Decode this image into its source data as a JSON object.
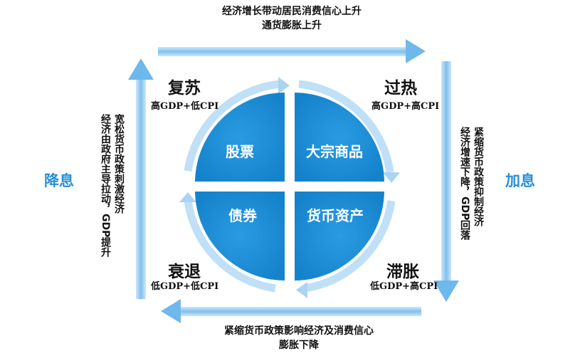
{
  "top_caption": {
    "line1": "经济增长带动居民消费信心上升",
    "line2": "通货膨胀上升"
  },
  "bottom_caption": {
    "line1": "紧缩货币政策影响经济及消费信心",
    "line2": "膨胀下降"
  },
  "left_caption": {
    "line1": "宽松货币政策刺激经济",
    "line2": "经济由政府主导拉动，GDP提升"
  },
  "right_caption": {
    "line1": "紧缩货币政策抑制经济",
    "line2": "经济增速下降，GDP回落"
  },
  "side_labels": {
    "left": "降息",
    "right": "加息"
  },
  "phases": {
    "recovery": {
      "name": "复苏",
      "condition": "高GDP+低CPI",
      "asset": "股票"
    },
    "overheat": {
      "name": "过热",
      "condition": "高GDP+高CPI",
      "asset": "大宗商品"
    },
    "recession": {
      "name": "衰退",
      "condition": "低GDP+低CPI",
      "asset": "债券"
    },
    "stagflation": {
      "name": "滞胀",
      "condition": "低GDP+高CPI",
      "asset": "货币资产"
    }
  },
  "colors": {
    "quadrant": "#1a90da",
    "arrow": "#8fcaf2",
    "ring": "#b8dcf5",
    "accent": "#2a8fd8"
  }
}
